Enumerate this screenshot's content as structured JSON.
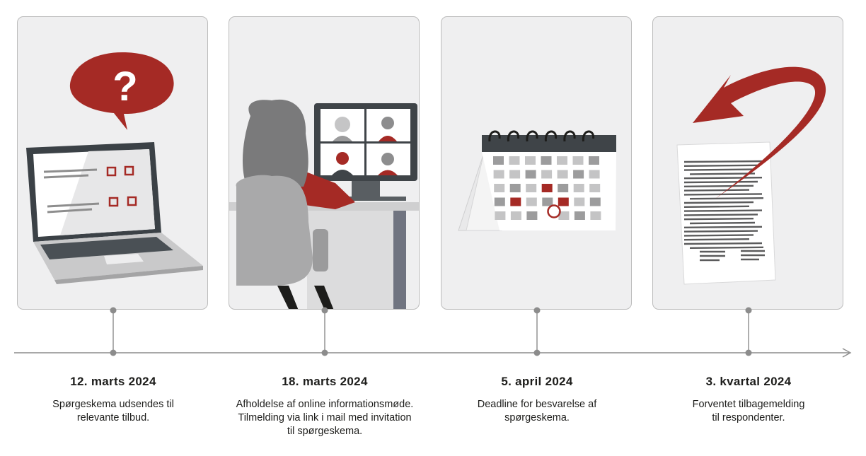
{
  "colors": {
    "accent": "#a52a25",
    "panel_bg": "#efeff0",
    "panel_border": "#bcbcbc",
    "timeline": "#8c8c8c",
    "text": "#1d1d1b"
  },
  "steps": [
    {
      "date": "12. marts 2024",
      "description": "Spørgeskema udsendes til\nrelevante tilbud.",
      "illustration": "laptop-with-question-bubble"
    },
    {
      "date": "18. marts 2024",
      "description": "Afholdelse af online informationsmøde.\nTilmelding via link i mail med invitation\ntil spørgeskema.",
      "illustration": "video-meeting"
    },
    {
      "date": "5. april 2024",
      "description": "Deadline for besvarelse af\nspørgeskema.",
      "illustration": "calendar"
    },
    {
      "date": "3. kvartal 2024",
      "description": "Forventet tilbagemelding\ntil respondenter.",
      "illustration": "document-with-return-arrow"
    }
  ]
}
